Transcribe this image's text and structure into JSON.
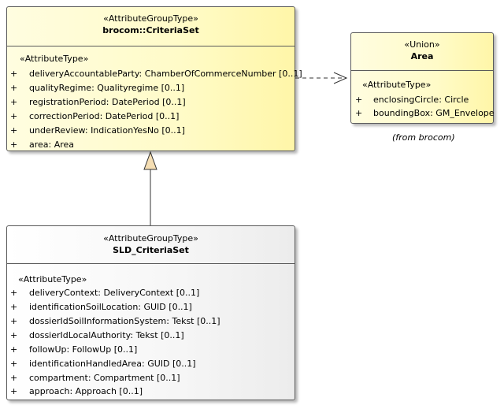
{
  "classes": {
    "criteria_set": {
      "stereotype": "«AttributeGroupType»",
      "name": "brocom::CriteriaSet",
      "section": "«AttributeType»",
      "attributes": [
        {
          "vis": "+",
          "text": "deliveryAccountableParty: ChamberOfCommerceNumber [0..1]"
        },
        {
          "vis": "+",
          "text": "qualityRegime: Qualityregime [0..1]"
        },
        {
          "vis": "+",
          "text": "registrationPeriod: DatePeriod [0..1]"
        },
        {
          "vis": "+",
          "text": "correctionPeriod: DatePeriod [0..1]"
        },
        {
          "vis": "+",
          "text": "underReview: IndicationYesNo [0..1]"
        },
        {
          "vis": "+",
          "text": "area: Area"
        }
      ]
    },
    "area": {
      "stereotype": "«Union»",
      "name": "Area",
      "section": "«AttributeType»",
      "attributes": [
        {
          "vis": "+",
          "text": "enclosingCircle: Circle"
        },
        {
          "vis": "+",
          "text": "boundingBox: GM_Envelope"
        }
      ],
      "note": "(from brocom)"
    },
    "sld_criteria_set": {
      "stereotype": "«AttributeGroupType»",
      "name": "SLD_CriteriaSet",
      "section": "«AttributeType»",
      "attributes": [
        {
          "vis": "+",
          "text": "deliveryContext: DeliveryContext [0..1]"
        },
        {
          "vis": "+",
          "text": "identificationSoilLocation: GUID [0..1]"
        },
        {
          "vis": "+",
          "text": "dossierIdSoilInformationSystem: Tekst [0..1]"
        },
        {
          "vis": "+",
          "text": "dossierIdLocalAuthority: Tekst [0..1]"
        },
        {
          "vis": "+",
          "text": "followUp: FollowUp [0..1]"
        },
        {
          "vis": "+",
          "text": "identificationHandledArea: GUID [0..1]"
        },
        {
          "vis": "+",
          "text": "compartment: Compartment [0..1]"
        },
        {
          "vis": "+",
          "text": "approach: Approach [0..1]"
        }
      ]
    }
  },
  "colors": {
    "class_fill": "#fffbc8",
    "sub_class_fill": "#f6f6f6",
    "border": "#5a5a5a",
    "generalization_fill": "#f5deb3"
  }
}
